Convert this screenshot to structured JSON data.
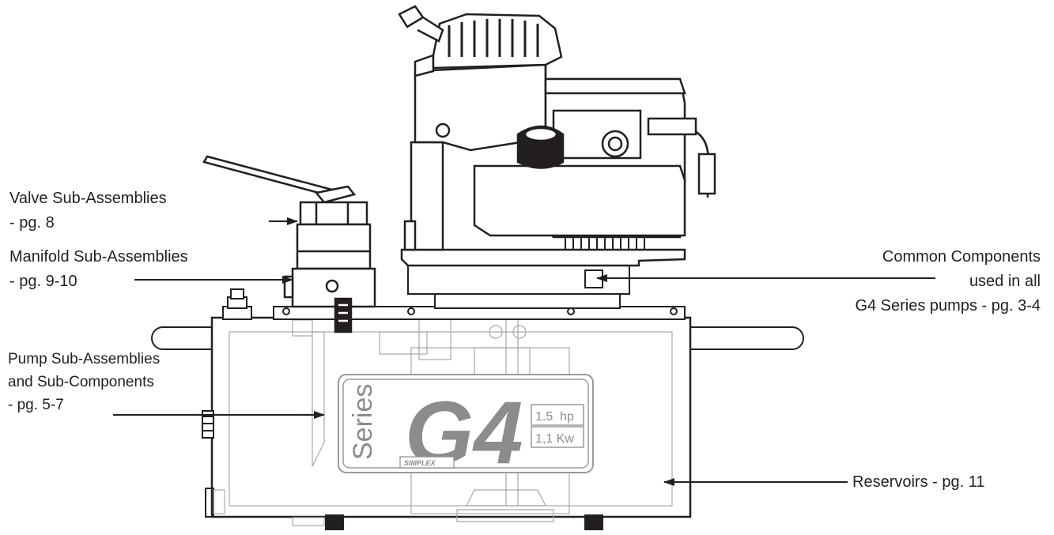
{
  "callouts": {
    "valve": {
      "line1": "Valve Sub-Assemblies",
      "line2": "- pg. 8"
    },
    "manifold": {
      "line1": "Manifold Sub-Assemblies",
      "line2": "- pg. 9-10"
    },
    "common": {
      "line1": "Common Components",
      "line2": "used in all",
      "line3": "G4 Series pumps - pg. 3-4"
    },
    "pump": {
      "line1": "Pump Sub-Assemblies",
      "line2": "and Sub-Components",
      "line3": "- pg. 5-7"
    },
    "reservoirs": {
      "line1": "Reservoirs - pg. 11"
    }
  },
  "label_plate": {
    "series": "Series",
    "model": "G4",
    "hp": "1.5  hp",
    "kw": "1,1 Kw",
    "brand": "SIMPLEX"
  },
  "colors": {
    "ink": "#231f20",
    "ghost": "#9a9a9a",
    "logo": "#8c8c8c"
  }
}
